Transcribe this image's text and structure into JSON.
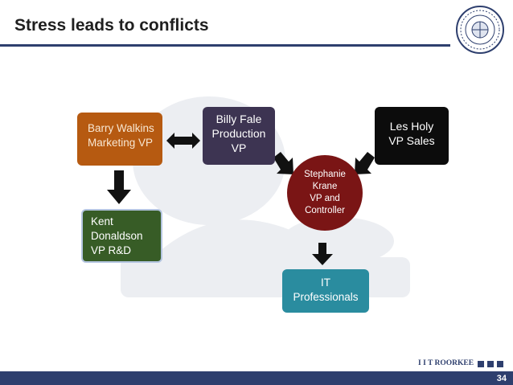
{
  "slide": {
    "title": "Stress leads to conflicts",
    "page_number": "34",
    "brand": "I I T ROORKEE"
  },
  "nodes": {
    "barry": {
      "lines": [
        "Barry Walkins",
        "Marketing VP"
      ],
      "color": "#b65a11"
    },
    "billy": {
      "lines": [
        "Billy Fale",
        "Production",
        "VP"
      ],
      "color": "#3d3452"
    },
    "les": {
      "lines": [
        "Les Holy",
        "VP Sales"
      ],
      "color": "#0c0c0c"
    },
    "kent": {
      "lines": [
        "Kent",
        "Donaldson",
        "VP R&D"
      ],
      "color": "#375c26"
    },
    "stephanie": {
      "lines": [
        "Stephanie",
        "Krane",
        "VP and",
        "Controller"
      ],
      "color": "#7a1515"
    },
    "it": {
      "lines": [
        "IT",
        "Professionals"
      ],
      "color": "#2a8c9f"
    }
  },
  "edges": [
    {
      "from": "barry",
      "to": "billy",
      "style": "double-arrow"
    },
    {
      "from": "barry",
      "to": "kent",
      "style": "arrow"
    },
    {
      "from": "billy",
      "to": "stephanie",
      "style": "arrow"
    },
    {
      "from": "les",
      "to": "stephanie",
      "style": "arrow"
    },
    {
      "from": "stephanie",
      "to": "it",
      "style": "arrow"
    }
  ],
  "colors": {
    "accent": "#2e3f6e",
    "arrow": "#111111"
  }
}
